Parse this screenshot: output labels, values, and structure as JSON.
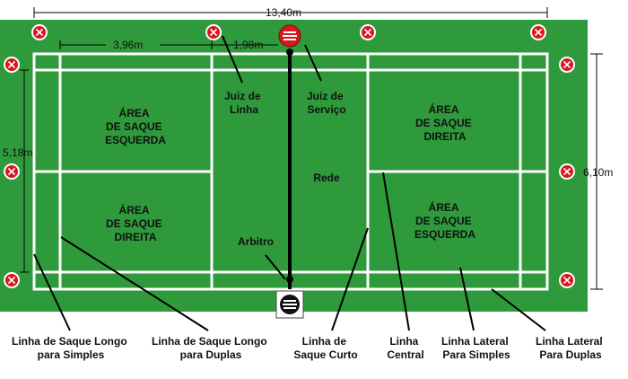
{
  "colors": {
    "grass": "#2f9a3c",
    "line": "#ffffff",
    "marker": "#d8171e",
    "leader": "#000000"
  },
  "dimensions": {
    "total_length": "13,40m",
    "service_depth": "3,96m",
    "short_zone": "1,98m",
    "doubles_width": "5,18m",
    "total_width": "6,10m"
  },
  "areas": {
    "left_top": [
      "ÁREA",
      "DE SAQUE",
      "ESQUERDA"
    ],
    "left_bottom": [
      "ÁREA",
      "DE SAQUE",
      "DIREITA"
    ],
    "right_top": [
      "ÁREA",
      "DE SAQUE",
      "DIREITA"
    ],
    "right_bottom": [
      "ÁREA",
      "DE SAQUE",
      "ESQUERDA"
    ]
  },
  "court_labels": {
    "line_judge": [
      "Juiz de",
      "Linha"
    ],
    "service_judge": [
      "Juiz de",
      "Serviço"
    ],
    "net": "Rede",
    "umpire": "Arbitro"
  },
  "captions": {
    "long_singles": [
      "Linha de Saque Longo",
      "para Simples"
    ],
    "long_doubles": [
      "Linha de Saque Longo",
      "para Duplas"
    ],
    "short_service": [
      "Linha de",
      "Saque Curto"
    ],
    "center": [
      "Linha",
      "Central"
    ],
    "side_singles": [
      "Linha Lateral",
      "Para Simples"
    ],
    "side_doubles": [
      "Linha Lateral",
      "Para Duplas"
    ]
  },
  "icons": {
    "marker": "line-judge-marker-icon",
    "service_judge": "service-judge-icon",
    "umpire": "umpire-chair-icon"
  }
}
